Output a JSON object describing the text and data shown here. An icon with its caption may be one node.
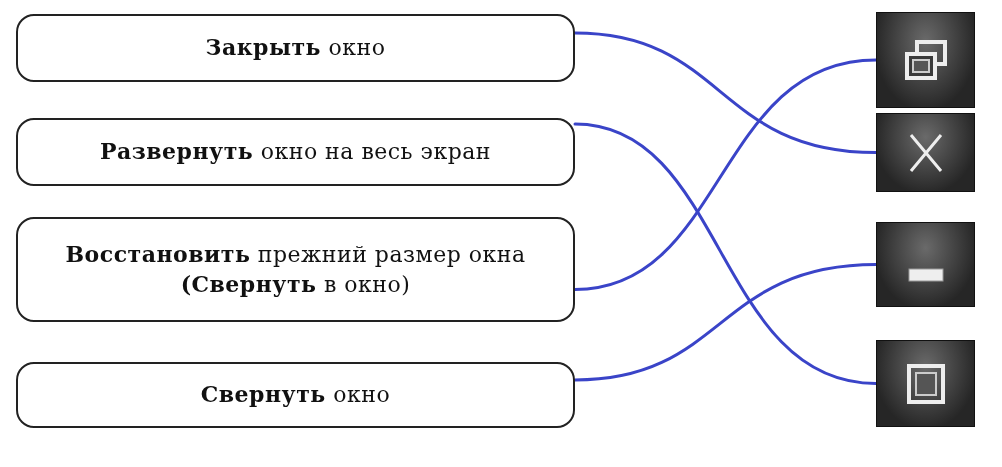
{
  "diagram": {
    "nodes": [
      {
        "text": [
          "**Закрыть** окно"
        ]
      },
      {
        "text": [
          "**Развернуть** окно на весь экран"
        ]
      },
      {
        "text": [
          "**Восстановить** прежний размер окна **(Свернуть** в окно)"
        ]
      },
      {
        "text": [
          "**Свернуть** окно"
        ]
      },
      {
        "text": [],
        "shape": "box"
      },
      {
        "text": [],
        "shape": "box"
      },
      {
        "text": [],
        "shape": "box"
      },
      {
        "text": [],
        "shape": "box"
      }
    ],
    "edges": [
      {
        "from": 0,
        "to": 5,
        "arrow": "none",
        "color": "#3a44c8"
      },
      {
        "from": 1,
        "to": 7,
        "arrow": "none",
        "color": "#3a44c8"
      },
      {
        "from": 2,
        "to": 4,
        "arrow": "none",
        "color": "#3a44c8"
      },
      {
        "from": 3,
        "to": 6,
        "arrow": "none",
        "color": "#3a44c8"
      }
    ]
  }
}
